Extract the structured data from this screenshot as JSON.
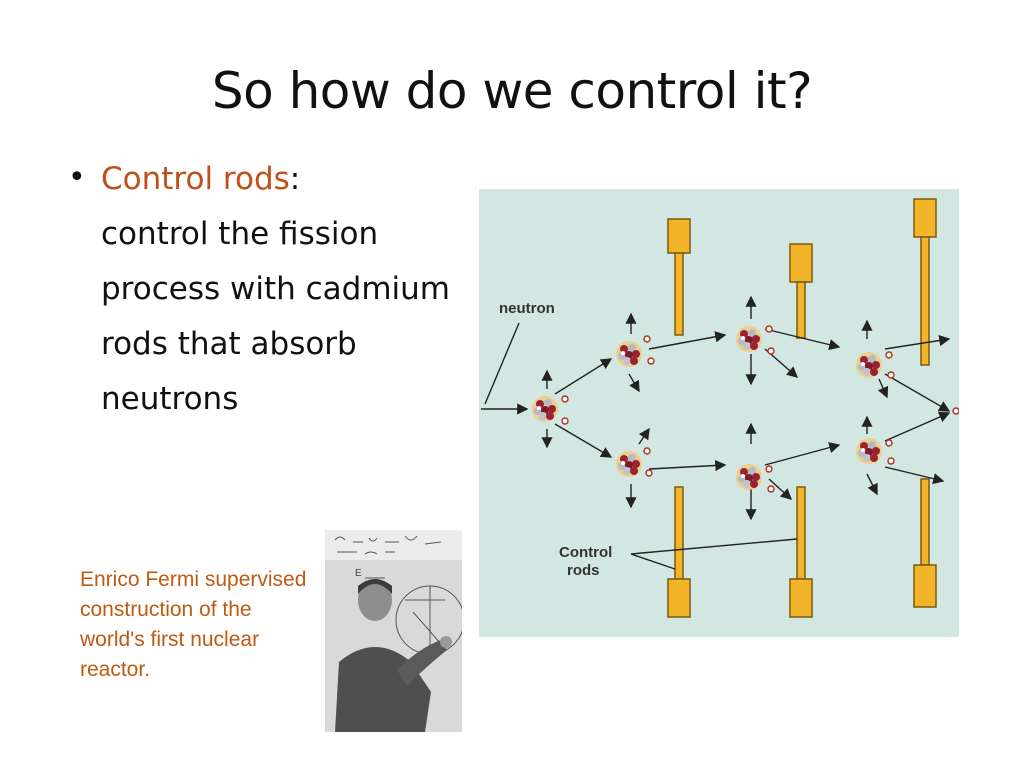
{
  "slide": {
    "title": "So how do we control it?",
    "bullet": {
      "term": "Control rods",
      "separator": ":",
      "text": "control the fission process with cadmium rods that absorb neutrons"
    },
    "caption": "Enrico Fermi supervised construction of the world's first nuclear reactor."
  },
  "diagram": {
    "labels": {
      "neutron": "neutron",
      "control_rods_line1": "Control",
      "control_rods_line2": "rods"
    }
  },
  "photo": {
    "chalkboard_text": "E"
  },
  "colors": {
    "accent": "#c0501a",
    "caption": "#c05a12",
    "rod_fill": "#f2b52a",
    "diagram_bg": "#d3e7e2"
  }
}
